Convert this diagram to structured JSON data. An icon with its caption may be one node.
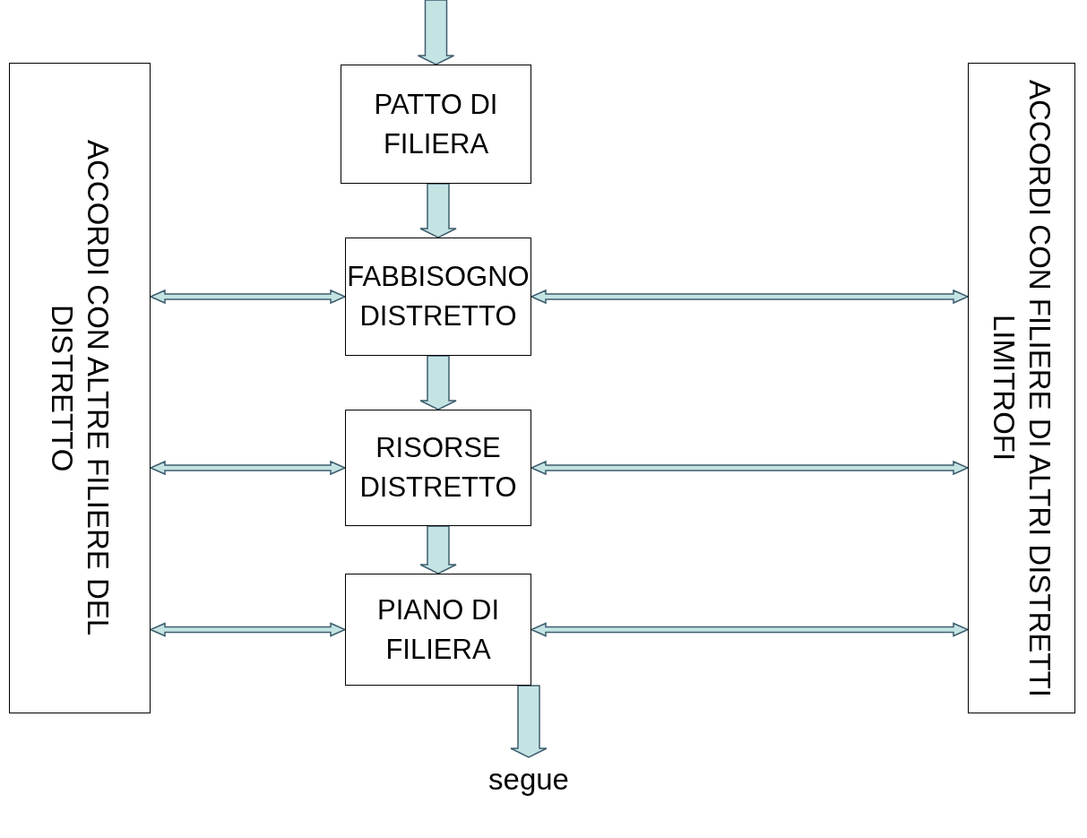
{
  "diagram": {
    "nodes": [
      {
        "text": [
          "ACCORDI CON ALTRE FILIERE DEL DISTRETTO"
        ]
      },
      {
        "text": [
          "PATTO DI FILIERA"
        ]
      },
      {
        "text": [
          "FABBISOGNO DISTRETTO"
        ]
      },
      {
        "text": [
          "RISORSE DISTRETTO"
        ]
      },
      {
        "text": [
          "PIANO DI FILIERA"
        ]
      },
      {
        "text": [
          "ACCORDI CON FILIERE DI ALTRI DISTRETTI LIMITROFI"
        ]
      },
      {
        "text": [
          "segue"
        ]
      }
    ],
    "edges": [
      {
        "from": null,
        "to": 1,
        "arrow": "to",
        "style": "thick"
      },
      {
        "from": 1,
        "to": 2,
        "arrow": "to",
        "style": "thick"
      },
      {
        "from": 2,
        "to": 3,
        "arrow": "to",
        "style": "thick"
      },
      {
        "from": 3,
        "to": 4,
        "arrow": "to",
        "style": "thick"
      },
      {
        "from": 4,
        "to": 6,
        "arrow": "to",
        "style": "thick"
      },
      {
        "from": 0,
        "to": 2,
        "arrow": "both"
      },
      {
        "from": 0,
        "to": 3,
        "arrow": "both"
      },
      {
        "from": 0,
        "to": 4,
        "arrow": "both"
      },
      {
        "from": 2,
        "to": 5,
        "arrow": "both"
      },
      {
        "from": 3,
        "to": 5,
        "arrow": "both"
      },
      {
        "from": 4,
        "to": 5,
        "arrow": "both"
      }
    ]
  }
}
